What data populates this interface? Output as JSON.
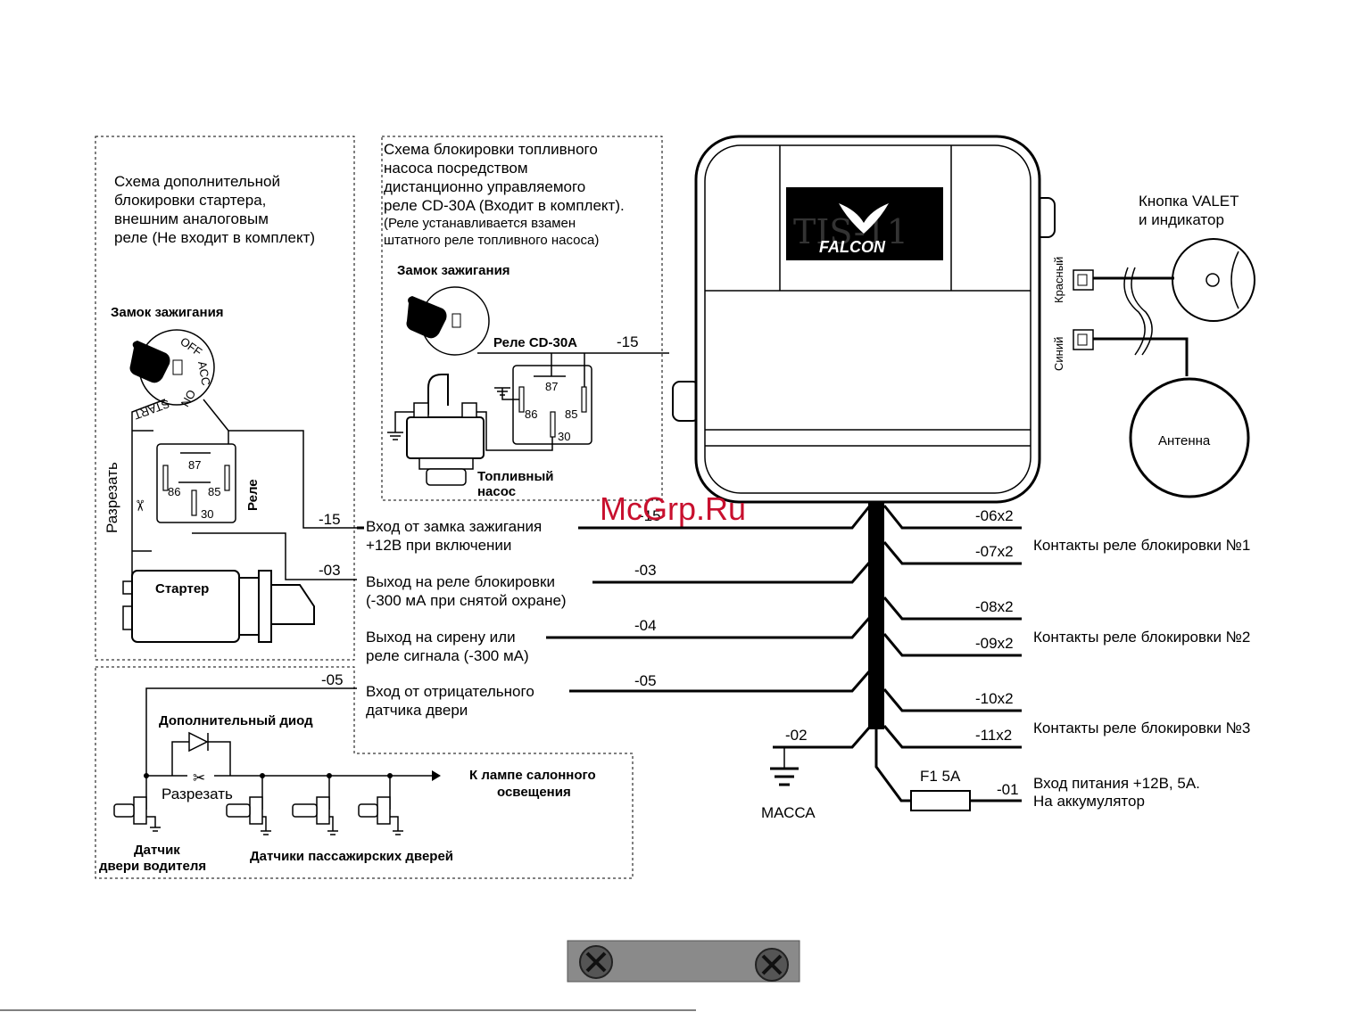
{
  "watermark": "McGrp.Ru",
  "box_starter": {
    "title_lines": [
      "Схема дополнительной",
      "блокировки стартера,",
      "внешним аналоговым",
      "реле (Не входит в комплект)"
    ],
    "ignition_label": "Замок зажигания",
    "cut_label": "Разрезать",
    "relay_label": "Реле",
    "relay_pins": [
      "87",
      "86",
      "85",
      "30"
    ],
    "wire_in": "-15",
    "wire_out": "-03",
    "starter_label": "Стартер",
    "key_positions": [
      "OFF",
      "ACC",
      "ON",
      "START"
    ]
  },
  "box_fuel": {
    "title_lines": [
      "Схема блокировки топливного",
      "насоса посредством",
      "дистанционно управляемого",
      "реле CD-30A (Входит в комплект)."
    ],
    "note_lines": [
      "(Реле устанавливается взамен",
      "штатного реле топливного насоса)"
    ],
    "ignition_label": "Замок зажигания",
    "relay_label": "Реле CD-30A",
    "wire": "-15",
    "relay_pins": [
      "87",
      "86",
      "85",
      "30"
    ],
    "pump_label_lines": [
      "Топливный",
      "насос"
    ]
  },
  "box_door": {
    "wire": "-05",
    "diode_label": "Дополнительный диод",
    "cut_label": "Разрезать",
    "lamp_label_lines": [
      "К лампе салонного",
      "освещения"
    ],
    "driver_label_lines": [
      "Датчик",
      "двери водителя"
    ],
    "passenger_label": "Датчики пассажирских дверей"
  },
  "unit": {
    "model": "TIS-11",
    "brand": "FALCON"
  },
  "valet": {
    "label_lines": [
      "Кнопка VALET",
      "и индикатор"
    ],
    "red_label": "Красный",
    "blue_label": "Синий"
  },
  "antenna": {
    "label": "Антенна"
  },
  "left_wires": [
    {
      "code": "-15",
      "lines": [
        "Вход от замка зажигания",
        "+12В при включении"
      ]
    },
    {
      "code": "-03",
      "lines": [
        "Выход на реле блокировки",
        "(-300 мА при снятой охране)"
      ]
    },
    {
      "code": "-04",
      "lines": [
        "Выход на сирену или",
        "реле сигнала (-300 мА)"
      ]
    },
    {
      "code": "-05",
      "lines": [
        "Вход от отрицательного",
        "датчика двери"
      ]
    }
  ],
  "right_wires": [
    {
      "code": "-06х2"
    },
    {
      "code": "-07х2"
    },
    {
      "code": "-08х2"
    },
    {
      "code": "-09х2"
    },
    {
      "code": "-10х2"
    },
    {
      "code": "-11х2"
    }
  ],
  "relay_contacts": [
    "Контакты реле блокировки №1",
    "Контакты реле блокировки №2",
    "Контакты реле блокировки №3"
  ],
  "ground": {
    "code": "-02",
    "label": "МАССА"
  },
  "power": {
    "code": "-01",
    "fuse": "F1 5A",
    "lines": [
      "Вход питания +12В, 5А.",
      "На аккумулятор"
    ]
  }
}
